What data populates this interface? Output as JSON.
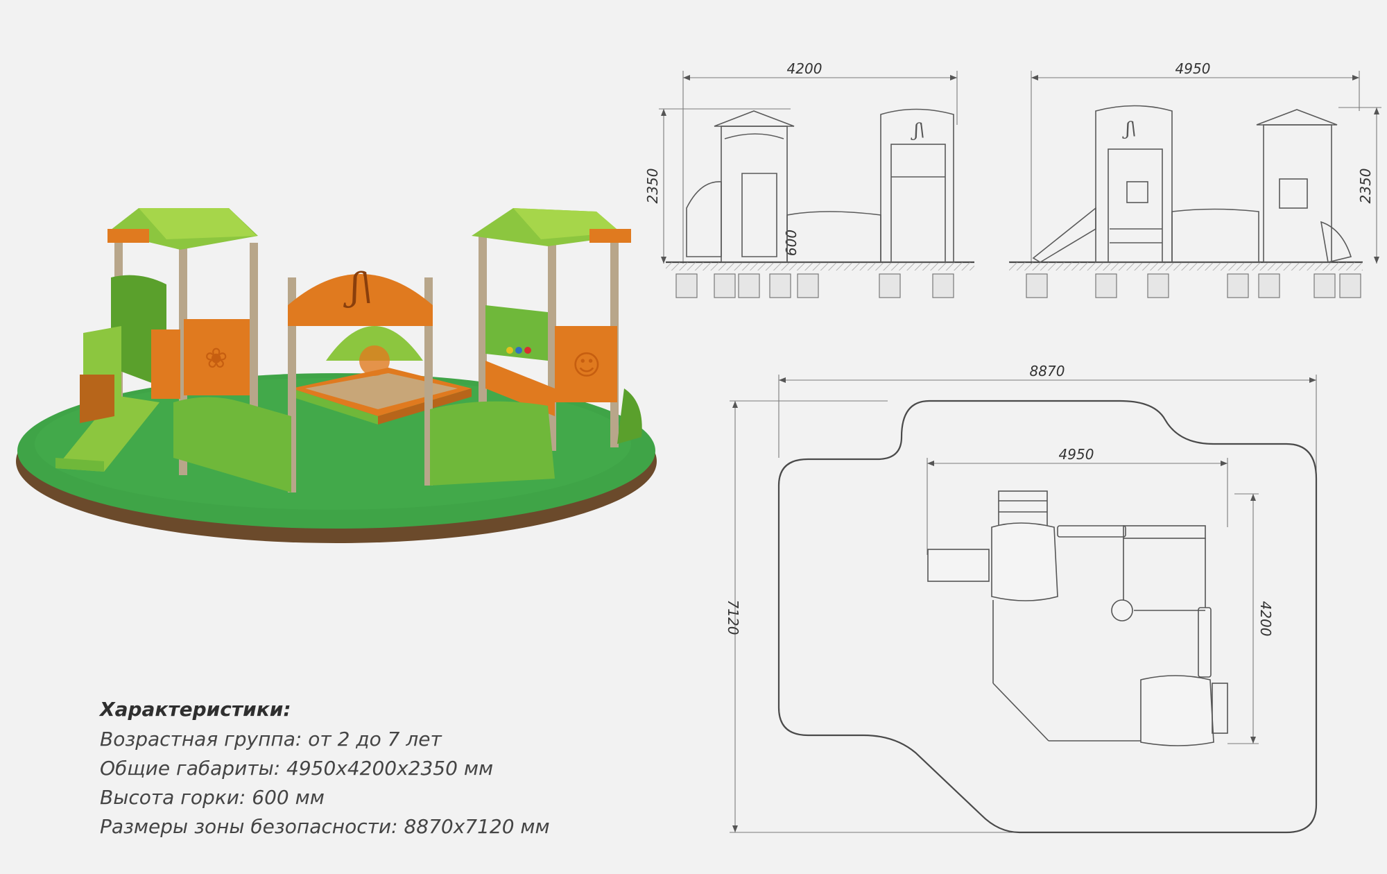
{
  "specs": {
    "heading": "Характеристики:",
    "lines": [
      "Возрастная группа: от 2 до 7 лет",
      "Общие габариты: 4950x4200x2350 мм",
      "Высота горки: 600 мм",
      "Размеры зоны безопасности: 8870x7120 мм"
    ]
  },
  "dimensions": {
    "front_width": "4200",
    "front_height": "2350",
    "slide_height": "600",
    "side_width": "4950",
    "side_height": "2350",
    "zone_width": "8870",
    "zone_height": "7120",
    "plan_width": "4950",
    "plan_depth": "4200"
  },
  "colors": {
    "green_light": "#8cc63f",
    "green_dark": "#5aa02c",
    "orange": "#e07a1f",
    "surface": "#3c9a3c",
    "post": "#b8a68a"
  }
}
